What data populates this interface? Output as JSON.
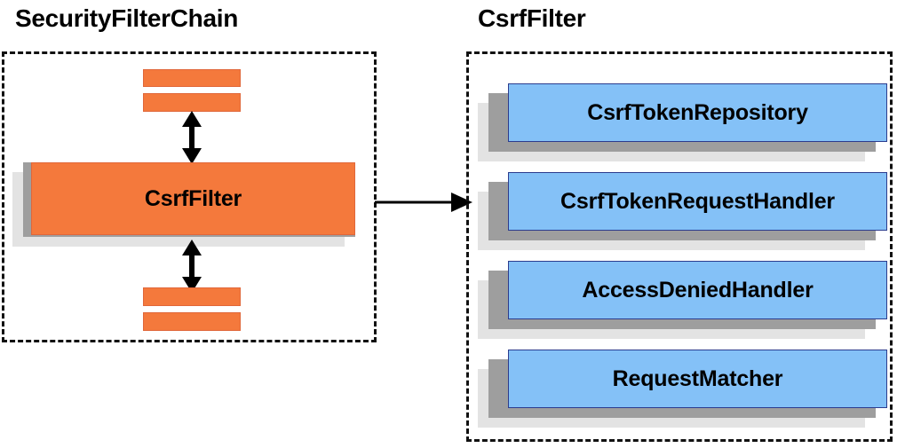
{
  "diagram": {
    "background_color": "#ffffff",
    "orange_color": "#F4793C",
    "blue_color": "#84C1F7",
    "shadow_near_color": "#9E9E9E",
    "shadow_far_color": "#E3E3E3",
    "border_color": "#111111"
  },
  "left_panel": {
    "title": "SecurityFilterChain",
    "main_box_label": "CsrfFilter",
    "top_bars": [
      {
        "name": "filter-bar-top-1"
      },
      {
        "name": "filter-bar-top-2"
      }
    ],
    "bottom_bars": [
      {
        "name": "filter-bar-bottom-1"
      },
      {
        "name": "filter-bar-bottom-2"
      }
    ],
    "arrows": [
      {
        "name": "arrow-up-down-above-csrffilter",
        "direction": "bidirectional-vertical"
      },
      {
        "name": "arrow-up-down-below-csrffilter",
        "direction": "bidirectional-vertical"
      }
    ]
  },
  "connector": {
    "name": "arrow-securityfilterchain-to-csrffilter",
    "direction": "right"
  },
  "right_panel": {
    "title": "CsrfFilter",
    "components": [
      {
        "label": "CsrfTokenRepository"
      },
      {
        "label": "CsrfTokenRequestHandler"
      },
      {
        "label": "AccessDeniedHandler"
      },
      {
        "label": "RequestMatcher"
      }
    ]
  }
}
